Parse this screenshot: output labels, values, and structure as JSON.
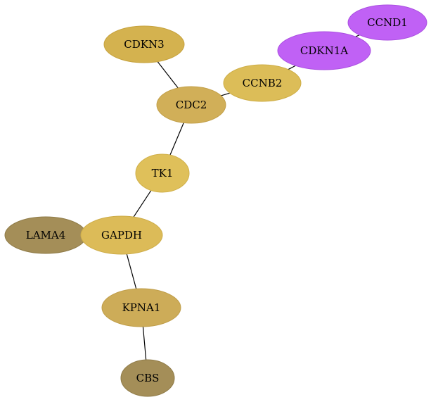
{
  "nodes": [
    {
      "id": "ccnd1",
      "label": "CCND1",
      "fill": "#c061f5",
      "stroke": "#a94fe0"
    },
    {
      "id": "cdkn1a",
      "label": "CDKN1A",
      "fill": "#c061f5",
      "stroke": "#a94fe0"
    },
    {
      "id": "cdkn3",
      "label": "CDKN3",
      "fill": "#d4b24f",
      "stroke": "#c6a23e"
    },
    {
      "id": "ccnb2",
      "label": "CCNB2",
      "fill": "#dcbd58",
      "stroke": "#ceae47"
    },
    {
      "id": "cdc2",
      "label": "CDC2",
      "fill": "#d1af58",
      "stroke": "#c29f48"
    },
    {
      "id": "tk1",
      "label": "TK1",
      "fill": "#dfc05a",
      "stroke": "#d0b04a"
    },
    {
      "id": "lama4",
      "label": "LAMA4",
      "fill": "#a48e58",
      "stroke": "#8f7b48"
    },
    {
      "id": "gapdh",
      "label": "GAPDH",
      "fill": "#dcbb58",
      "stroke": "#cdac48"
    },
    {
      "id": "kpna1",
      "label": "KPNA1",
      "fill": "#cdac58",
      "stroke": "#bf9d48"
    },
    {
      "id": "cbs",
      "label": "CBS",
      "fill": "#a48e58",
      "stroke": "#8f7b48"
    }
  ],
  "edges": [
    [
      "ccnd1",
      "cdkn1a"
    ],
    [
      "cdkn1a",
      "ccnb2"
    ],
    [
      "ccnb2",
      "cdc2"
    ],
    [
      "cdkn3",
      "cdc2"
    ],
    [
      "cdc2",
      "tk1"
    ],
    [
      "tk1",
      "gapdh"
    ],
    [
      "lama4",
      "gapdh"
    ],
    [
      "gapdh",
      "kpna1"
    ],
    [
      "kpna1",
      "cbs"
    ]
  ]
}
